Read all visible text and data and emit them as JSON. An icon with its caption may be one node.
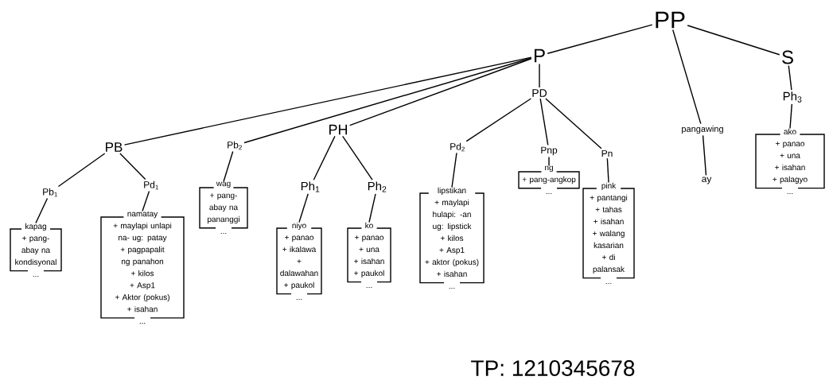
{
  "diagram": {
    "nodes": [
      {
        "text": [
          "PP"
        ]
      },
      {
        "text": [
          "P"
        ]
      },
      {
        "text": [
          "S"
        ]
      },
      {
        "text": [
          "pangawing"
        ]
      },
      {
        "text": [
          "ay"
        ]
      },
      {
        "text": [
          "PB"
        ]
      },
      {
        "text": [
          "Pb$_{2}$"
        ]
      },
      {
        "text": [
          "PH"
        ]
      },
      {
        "text": [
          "PD"
        ]
      },
      {
        "text": [
          "Pb$_{1}$"
        ]
      },
      {
        "text": [
          "Pd$_{1}$"
        ]
      },
      {
        "text": [
          "Ph$_{1}$"
        ]
      },
      {
        "text": [
          "Ph$_{2}$"
        ]
      },
      {
        "text": [
          "Pd$_{2}$"
        ]
      },
      {
        "text": [
          "Pnp"
        ]
      },
      {
        "text": [
          "Pn"
        ]
      },
      {
        "text": [
          "Ph$_{3}$"
        ]
      },
      {
        "text": [
          "kapag",
          "+ pang-abay na kondisyonal",
          "..."
        ]
      },
      {
        "text": [
          "namatay",
          "+ maylapi unlapi na- ug: patay",
          "+ pagpapalit ng panahon",
          "+ kilos",
          "+ Asp1",
          "+ Aktor (pokus)",
          "+ isahan",
          "..."
        ]
      },
      {
        "text": [
          "wag",
          "+ pang-abay na pananggi",
          "..."
        ]
      },
      {
        "text": [
          "niyo",
          "+ panao",
          "+ ikalawa",
          "+ dalawahan",
          "+ paukol",
          "..."
        ]
      },
      {
        "text": [
          "ko",
          "+ panao",
          "+ una",
          "+ isahan",
          "+ paukol",
          "..."
        ]
      },
      {
        "text": [
          "lipstikan",
          "+ maylapi hulapi: -an ug: lipstick",
          "+ kilos",
          "+ Asp1",
          "+ aktor (pokus)",
          "+ isahan",
          "..."
        ]
      },
      {
        "text": [
          "ng",
          "+ pang-angkop",
          "..."
        ]
      },
      {
        "text": [
          "pink",
          "+ pantangi",
          "+ tahas",
          "+ isahan",
          "+ walang kasarian",
          "+ di palansak",
          "..."
        ]
      },
      {
        "text": [
          "ako",
          "+ panao",
          "+ una",
          "+ isahan",
          "+ palagyo",
          "..."
        ]
      }
    ],
    "edges": [
      {
        "from": 0,
        "to": 1,
        "arrow": "none"
      },
      {
        "from": 0,
        "to": 3,
        "arrow": "none"
      },
      {
        "from": 0,
        "to": 2,
        "arrow": "none"
      },
      {
        "from": 2,
        "to": 16,
        "arrow": "none"
      },
      {
        "from": 16,
        "to": 25,
        "arrow": "none"
      },
      {
        "from": 3,
        "to": 4,
        "arrow": "none"
      },
      {
        "from": 1,
        "to": 5,
        "arrow": "none"
      },
      {
        "from": 1,
        "to": 6,
        "arrow": "none"
      },
      {
        "from": 1,
        "to": 7,
        "arrow": "none"
      },
      {
        "from": 1,
        "to": 8,
        "arrow": "none"
      },
      {
        "from": 5,
        "to": 9,
        "arrow": "none"
      },
      {
        "from": 5,
        "to": 10,
        "arrow": "none"
      },
      {
        "from": 9,
        "to": 17,
        "arrow": "none"
      },
      {
        "from": 10,
        "to": 18,
        "arrow": "none"
      },
      {
        "from": 6,
        "to": 19,
        "arrow": "none"
      },
      {
        "from": 7,
        "to": 11,
        "arrow": "none"
      },
      {
        "from": 7,
        "to": 12,
        "arrow": "none"
      },
      {
        "from": 11,
        "to": 20,
        "arrow": "none"
      },
      {
        "from": 12,
        "to": 21,
        "arrow": "none"
      },
      {
        "from": 8,
        "to": 13,
        "arrow": "none"
      },
      {
        "from": 8,
        "to": 14,
        "arrow": "none"
      },
      {
        "from": 8,
        "to": 15,
        "arrow": "none"
      },
      {
        "from": 13,
        "to": 22,
        "arrow": "none"
      },
      {
        "from": 14,
        "to": 23,
        "arrow": "none"
      },
      {
        "from": 15,
        "to": 24,
        "arrow": "none"
      }
    ],
    "labels": [
      "TP: 1210345678"
    ]
  }
}
